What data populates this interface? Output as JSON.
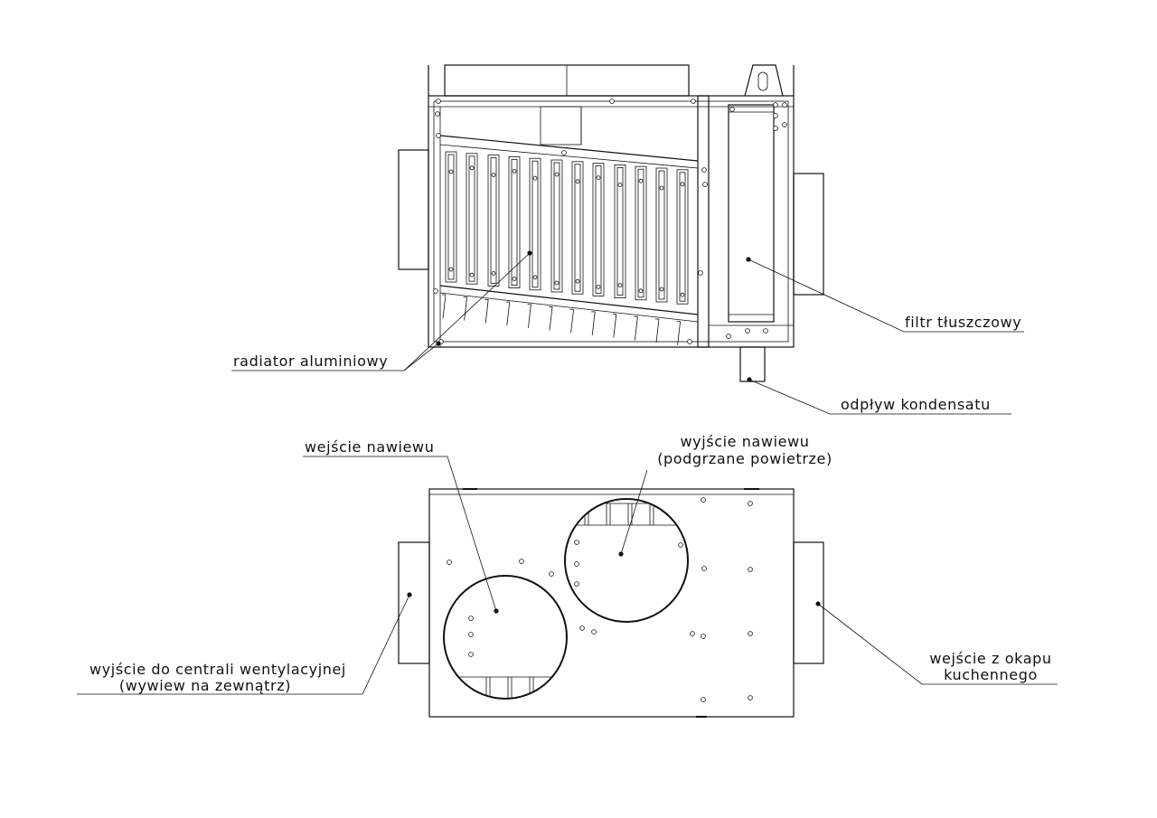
{
  "labels": {
    "radiator": "radiator aluminiowy",
    "grease_filter": "filtr tłuszczowy",
    "condensate": "odpływ kondensatu",
    "supply_inlet": "wejście nawiewu",
    "supply_outlet_line1": "wyjście nawiewu",
    "supply_outlet_line2": "(podgrzane powietrze)",
    "ventilation_outlet_line1": "wyjście do centrali wentylacyjnej",
    "ventilation_outlet_line2": "(wywiew na zewnątrz)",
    "hood_inlet_line1": "wejście z okapu",
    "hood_inlet_line2": "kuchennego"
  },
  "colors": {
    "line": "#111111",
    "background": "#ffffff"
  }
}
